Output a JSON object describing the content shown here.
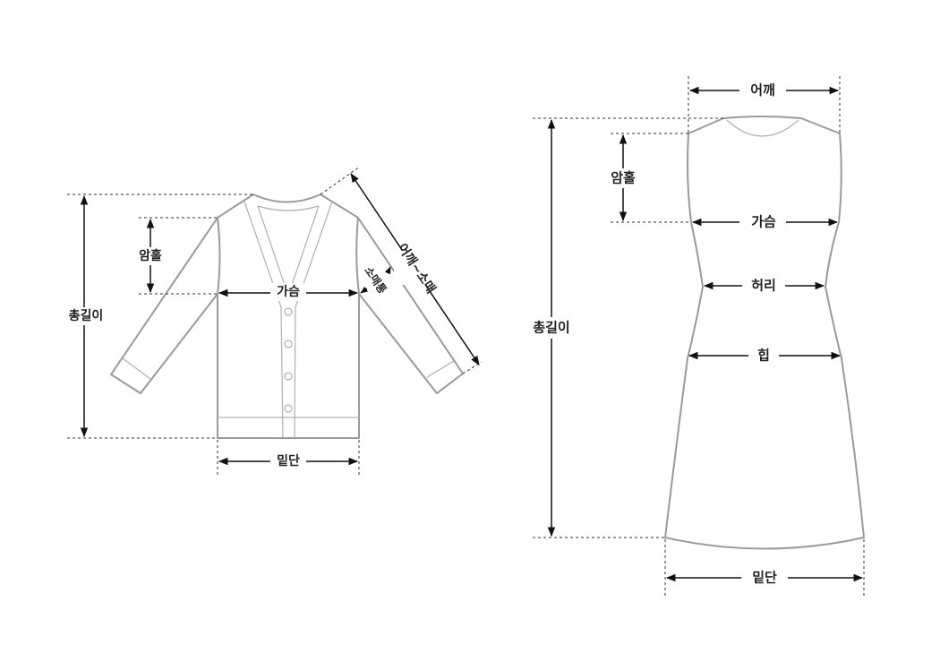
{
  "cardigan": {
    "labels": {
      "total_length": "총길이",
      "armhole": "암홀",
      "chest": "가슴",
      "hem": "밑단",
      "shoulder_to_sleeve": "어깨~소매",
      "sleeve_width": "소매통"
    },
    "buttons": 4
  },
  "dress": {
    "labels": {
      "shoulder": "어깨",
      "total_length": "총길이",
      "armhole": "암홀",
      "chest": "가슴",
      "waist": "허리",
      "hip": "힙",
      "hem": "밑단"
    }
  }
}
